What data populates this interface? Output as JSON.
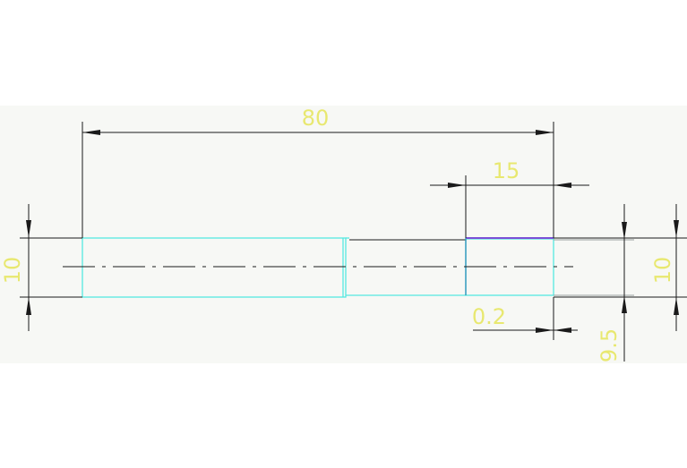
{
  "colors": {
    "background": "#ffffff",
    "sheet": "#f7f8f5",
    "dimension_line": "#1a1a1a",
    "dimension_text": "#e8e870",
    "part_outline": "#55e8e0",
    "highlight_edge": "#7a4fd6",
    "center_line": "#1a1a1a"
  },
  "dimensions": {
    "overall_length": "80",
    "groove_length": "15",
    "left_diameter": "10",
    "right_diameter": "10",
    "groove_offset": "0.2",
    "groove_diameter": "9.5"
  }
}
